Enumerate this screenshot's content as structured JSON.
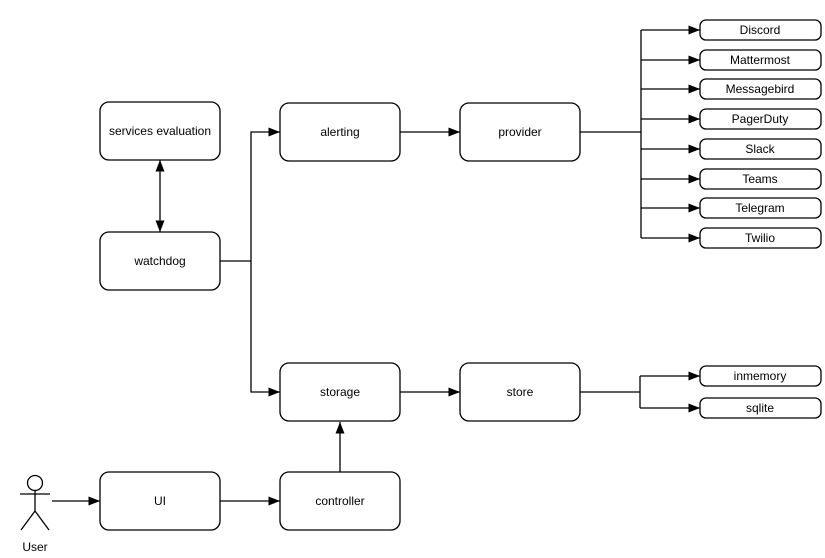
{
  "diagram": {
    "nodes": {
      "services_evaluation": {
        "label": "services evaluation"
      },
      "watchdog": {
        "label": "watchdog"
      },
      "alerting": {
        "label": "alerting"
      },
      "provider": {
        "label": "provider"
      },
      "storage": {
        "label": "storage"
      },
      "store": {
        "label": "store"
      },
      "ui": {
        "label": "UI"
      },
      "controller": {
        "label": "controller"
      }
    },
    "actor": {
      "label": "User"
    },
    "providers": [
      "Discord",
      "Mattermost",
      "Messagebird",
      "PagerDuty",
      "Slack",
      "Teams",
      "Telegram",
      "Twilio"
    ],
    "stores": [
      "inmemory",
      "sqlite"
    ],
    "edges": [
      {
        "from": "User",
        "to": "UI",
        "type": "arrow"
      },
      {
        "from": "UI",
        "to": "controller",
        "type": "arrow"
      },
      {
        "from": "controller",
        "to": "storage",
        "type": "arrow"
      },
      {
        "from": "watchdog",
        "to": "services evaluation",
        "type": "bidirectional-arrow"
      },
      {
        "from": "watchdog",
        "to": "alerting",
        "type": "arrow"
      },
      {
        "from": "watchdog",
        "to": "storage",
        "type": "arrow"
      },
      {
        "from": "alerting",
        "to": "provider",
        "type": "arrow"
      },
      {
        "from": "storage",
        "to": "store",
        "type": "arrow"
      },
      {
        "from": "provider",
        "to": "Discord",
        "type": "arrow"
      },
      {
        "from": "provider",
        "to": "Mattermost",
        "type": "arrow"
      },
      {
        "from": "provider",
        "to": "Messagebird",
        "type": "arrow"
      },
      {
        "from": "provider",
        "to": "PagerDuty",
        "type": "arrow"
      },
      {
        "from": "provider",
        "to": "Slack",
        "type": "arrow"
      },
      {
        "from": "provider",
        "to": "Teams",
        "type": "arrow"
      },
      {
        "from": "provider",
        "to": "Telegram",
        "type": "arrow"
      },
      {
        "from": "provider",
        "to": "Twilio",
        "type": "arrow"
      },
      {
        "from": "store",
        "to": "inmemory",
        "type": "arrow"
      },
      {
        "from": "store",
        "to": "sqlite",
        "type": "arrow"
      }
    ],
    "colors": {
      "background": "#ffffff",
      "node_fill": "#ffffff",
      "node_stroke": "#000000",
      "edge": "#000000",
      "text": "#000000"
    }
  }
}
